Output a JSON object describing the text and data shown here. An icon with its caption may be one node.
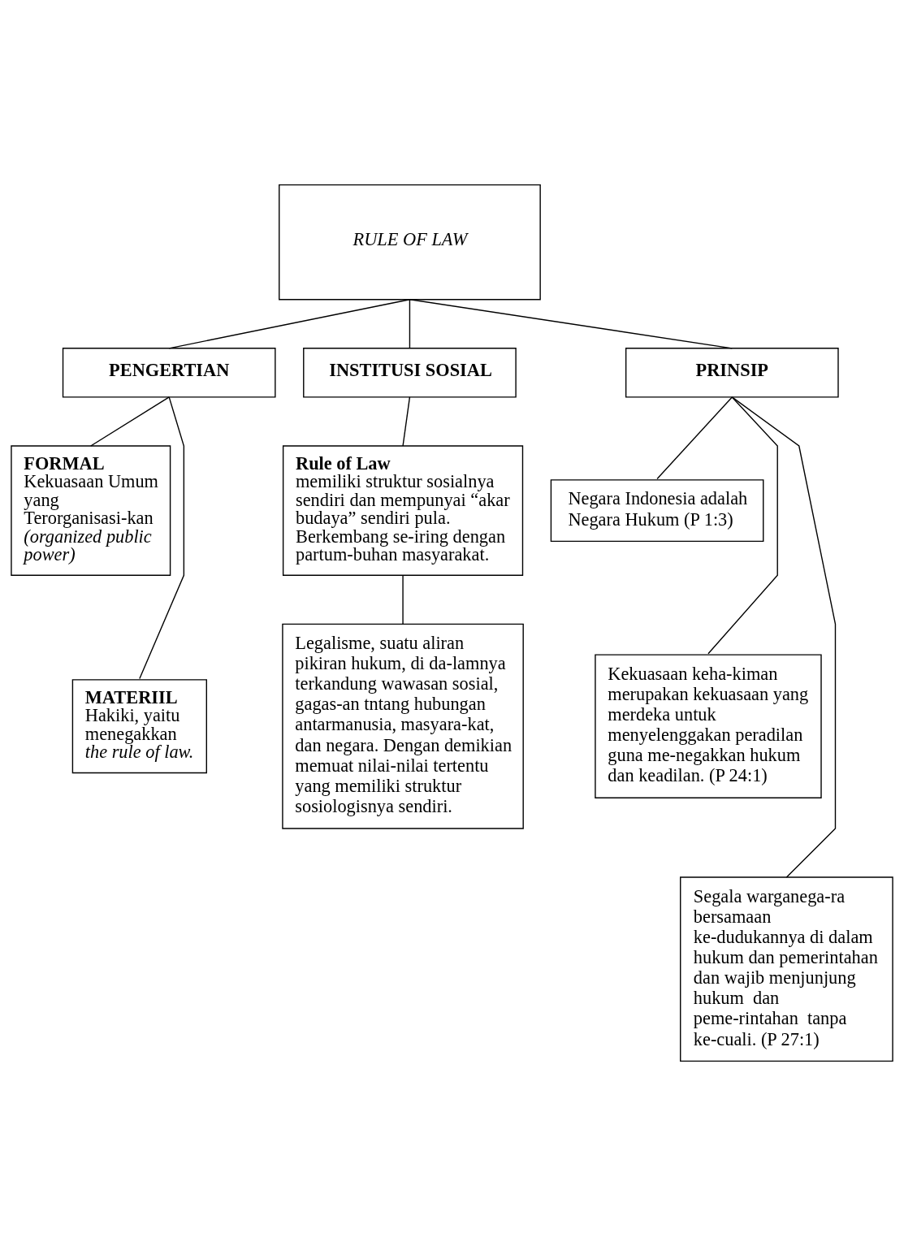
{
  "diagram": {
    "nodes": [
      {
        "text": [
          "RULE OF LAW"
        ]
      },
      {
        "text": [
          "PENGERTIAN"
        ]
      },
      {
        "text": [
          "INSTITUSI SOSIAL"
        ]
      },
      {
        "text": [
          "PRINSIP"
        ]
      },
      {
        "text": [
          "FORMAL",
          "Kekuasaan Umum yang Terorganisasi-kan *(organized public power)*"
        ]
      },
      {
        "text": [
          "MATERIIL",
          "Hakiki, yaitu menegakkan *the rule of law.*"
        ]
      },
      {
        "text": [
          "**Rule of Law** memiliki struktur sosialnya sendiri dan mempunyai “akar budaya” sendiri pula. Berkembang se-iring dengan partum-buhan masyarakat."
        ]
      },
      {
        "text": [
          "Legalisme, suatu aliran pikiran hukum, di da-lamnya terkandung wawasan sosial, gagas-an tntang hubungan antarmanusia, masyara-kat, dan negara. Dengan demikian memuat nilai-nilai tertentu yang memiliki struktur sosiologisnya sendiri."
        ]
      },
      {
        "text": [
          "Negara Indonesia adalah Negara Hukum (P 1:3)"
        ]
      },
      {
        "text": [
          "Kekuasaan keha-kiman merupakan kekuasaan yang merdeka untuk menyelenggakan peradilan guna me-negakkan hukum dan keadilan. (P 24:1)"
        ]
      },
      {
        "text": [
          "Segala warganega-ra bersamaan ke-dudukannya di dalam hukum dan pemerintahan dan wajib menjunjung hukum  dan peme-rintahan  tanpa ke-cuali. (P 27:1)"
        ]
      }
    ],
    "edges": [
      {
        "from": 0,
        "to": 1,
        "arrow": "none"
      },
      {
        "from": 0,
        "to": 2,
        "arrow": "none"
      },
      {
        "from": 0,
        "to": 3,
        "arrow": "none"
      },
      {
        "from": 1,
        "to": 4,
        "arrow": "none"
      },
      {
        "from": 1,
        "to": 5,
        "arrow": "none"
      },
      {
        "from": 2,
        "to": 6,
        "arrow": "none"
      },
      {
        "from": 6,
        "to": 7,
        "arrow": "none"
      },
      {
        "from": 3,
        "to": 8,
        "arrow": "none"
      },
      {
        "from": 3,
        "to": 9,
        "arrow": "none"
      },
      {
        "from": 3,
        "to": 10,
        "arrow": "none"
      }
    ]
  }
}
